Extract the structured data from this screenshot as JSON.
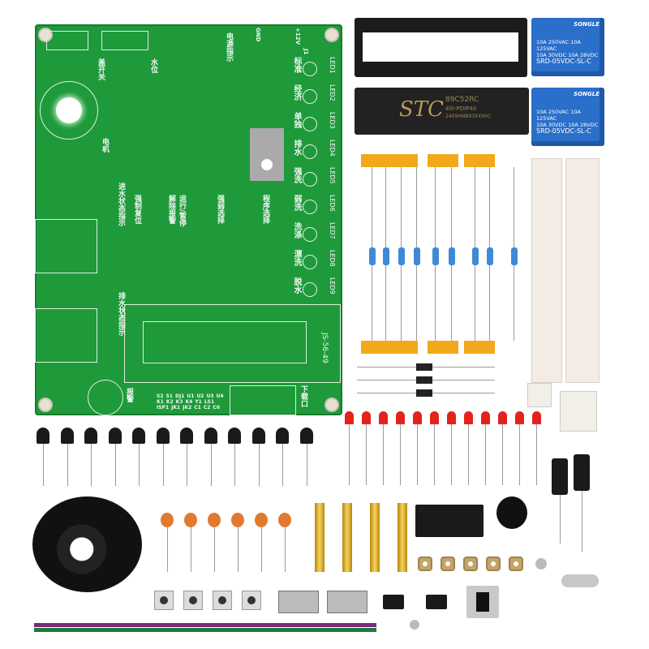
{
  "pcb": {
    "board_code": "JS-56-49",
    "download_port": "下载口",
    "alarm": "报警",
    "motor": "电机",
    "water_level": "水位",
    "lid_switch": "盖开关",
    "inlet_indicator": "进水状态指示",
    "drain_indicator": "排水状态指示",
    "force_reset": "强制复位",
    "run_pause": "运行/暂停",
    "clear_alarm": "解除报警",
    "strength_select": "强弱选择",
    "program_select": "程序选择",
    "power_indicator": "电源指示",
    "gnd": "GND",
    "v12": "+12V",
    "j1": "J1",
    "led_labels": [
      "LED1",
      "LED2",
      "LED3",
      "LED4",
      "LED5",
      "LED6",
      "LED7",
      "LED8",
      "LED9"
    ],
    "mode_labels": [
      "标准",
      "经济",
      "单独",
      "排水",
      "强洗",
      "弱洗",
      "洗涤",
      "漂洗",
      "脱水"
    ],
    "refs": [
      "S2",
      "S1",
      "DJ1",
      "U1",
      "U2",
      "U3",
      "U4",
      "K1",
      "K2",
      "K3",
      "K4",
      "Y1",
      "LS1",
      "ISP1",
      "JK1",
      "JK2",
      "C1",
      "C2",
      "C6"
    ]
  },
  "ic": {
    "brand": "STC",
    "model": "89C52RC",
    "package": "40I-PDIP40",
    "lot": "2409HNB93XX90C"
  },
  "relay": {
    "brand": "SONGLE",
    "rating1": "10A 250VAC 10A 125VAC",
    "rating2": "10A 30VDC 10A 28VDC",
    "model": "SRD-05VDC-SL-C"
  },
  "counts": {
    "transistors": 12,
    "leds": 12,
    "ceramic_caps": 6,
    "standoffs": 4,
    "nuts": 5,
    "tact_switches": 4,
    "slide_switches": 2,
    "diodes": 3,
    "resistors": 9
  },
  "colors": {
    "pcb": "#1e9a3b",
    "relay": "#2a6fc9",
    "tape": "#f2a81b",
    "led": "#e3231c"
  }
}
